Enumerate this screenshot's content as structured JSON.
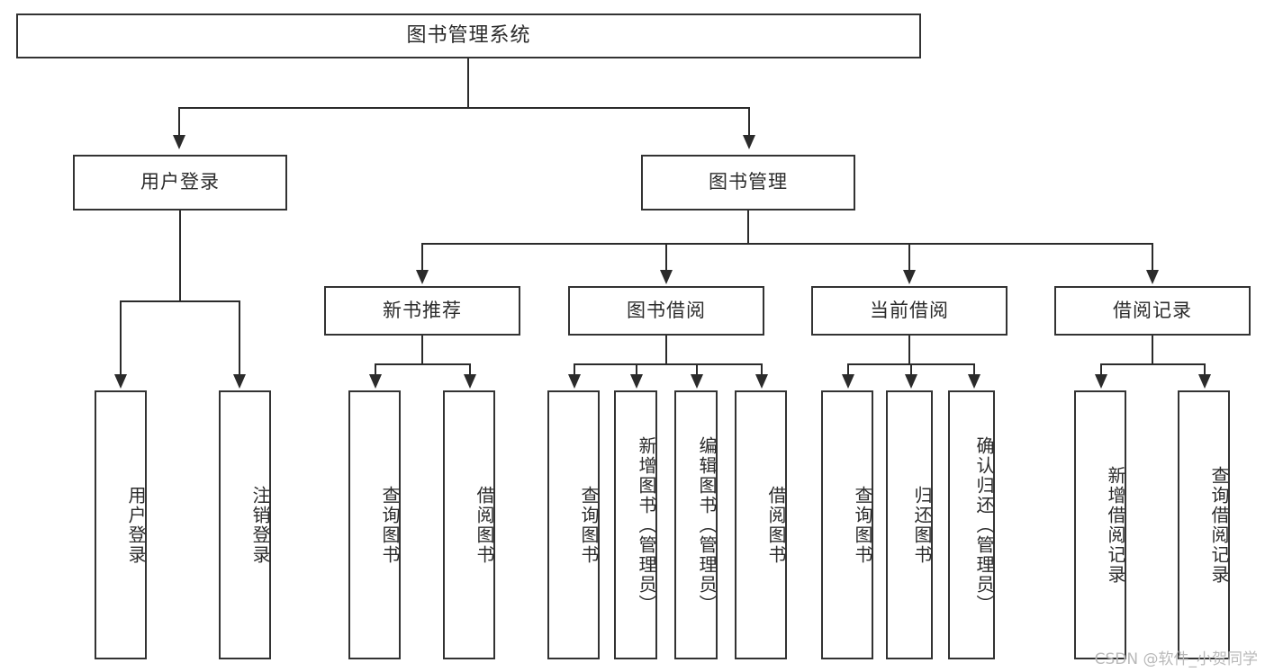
{
  "diagram": {
    "title": "图书管理系统",
    "type": "hierarchy-tree",
    "root": {
      "label": "图书管理系统"
    },
    "level2": [
      {
        "label": "用户登录"
      },
      {
        "label": "图书管理"
      }
    ],
    "level3": [
      {
        "label": "新书推荐"
      },
      {
        "label": "图书借阅"
      },
      {
        "label": "当前借阅"
      },
      {
        "label": "借阅记录"
      }
    ],
    "leaves": {
      "user_login": [
        {
          "label": "用户登录"
        },
        {
          "label": "注销登录"
        }
      ],
      "new_book_recommend": [
        {
          "label": "查询图书"
        },
        {
          "label": "借阅图书"
        }
      ],
      "book_borrow": [
        {
          "label": "查询图书"
        },
        {
          "label": "新增图书（管理员）"
        },
        {
          "label": "编辑图书（管理员）"
        },
        {
          "label": "借阅图书"
        }
      ],
      "current_borrow": [
        {
          "label": "查询图书"
        },
        {
          "label": "归还图书"
        },
        {
          "label": "确认归还（管理员）"
        }
      ],
      "borrow_record": [
        {
          "label": "新增借阅记录"
        },
        {
          "label": "查询借阅记录"
        }
      ]
    }
  },
  "watermark": {
    "text": "CSDN @软件_小贺同学"
  },
  "colors": {
    "border": "#333333",
    "text": "#2b2b2b",
    "background": "#ffffff",
    "watermark": "#b9b9b9"
  }
}
